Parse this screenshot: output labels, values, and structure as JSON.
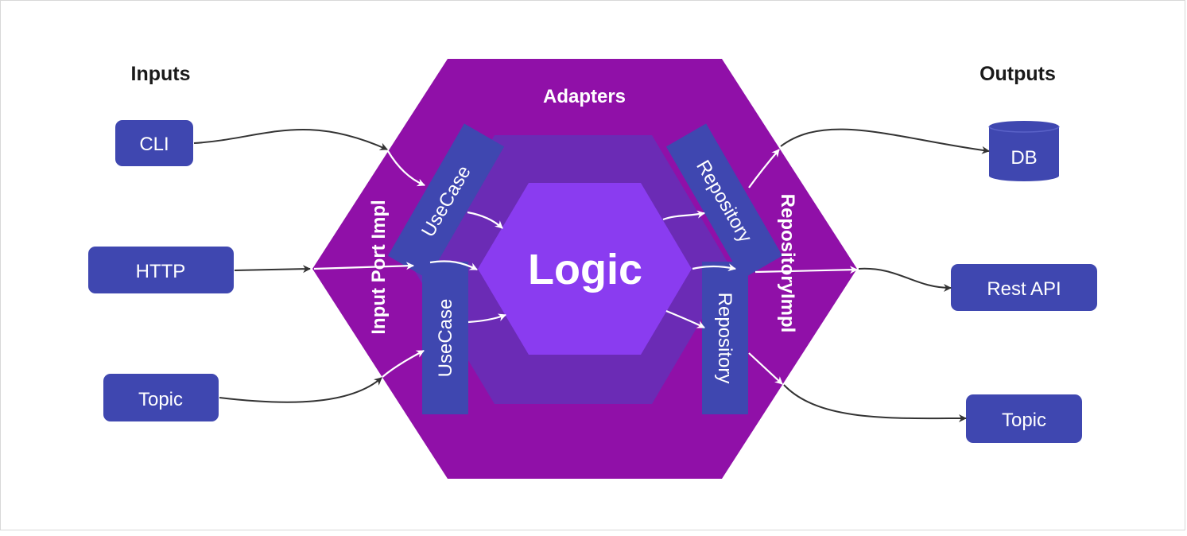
{
  "headings": {
    "inputs": "Inputs",
    "outputs": "Outputs"
  },
  "inputs": [
    {
      "label": "CLI",
      "icon": "rounded-rectangle"
    },
    {
      "label": "HTTP",
      "icon": "rounded-rectangle"
    },
    {
      "label": "Topic",
      "icon": "rounded-rectangle"
    }
  ],
  "outputs": [
    {
      "label": "DB",
      "icon": "database-cylinder"
    },
    {
      "label": "Rest API",
      "icon": "rounded-rectangle"
    },
    {
      "label": "Topic",
      "icon": "rounded-rectangle"
    }
  ],
  "layers": {
    "adapters": "Adapters",
    "input_port": "Input Port Impl",
    "repository_impl": "RepositoryImpl",
    "core": "Logic"
  },
  "adapters": {
    "usecase_top": "UseCase",
    "usecase_bottom": "UseCase",
    "repository_top": "Repository",
    "repository_bottom": "Repository"
  },
  "colors": {
    "outer_hexagon": "#9010a8",
    "middle_hexagon": "#6b2bb5",
    "core_hexagon": "#8a3cf0",
    "adapter_box": "#3f47b0",
    "node_box": "#3f47b0",
    "external_arrow": "#333333",
    "internal_arrow": "#ffffff"
  }
}
